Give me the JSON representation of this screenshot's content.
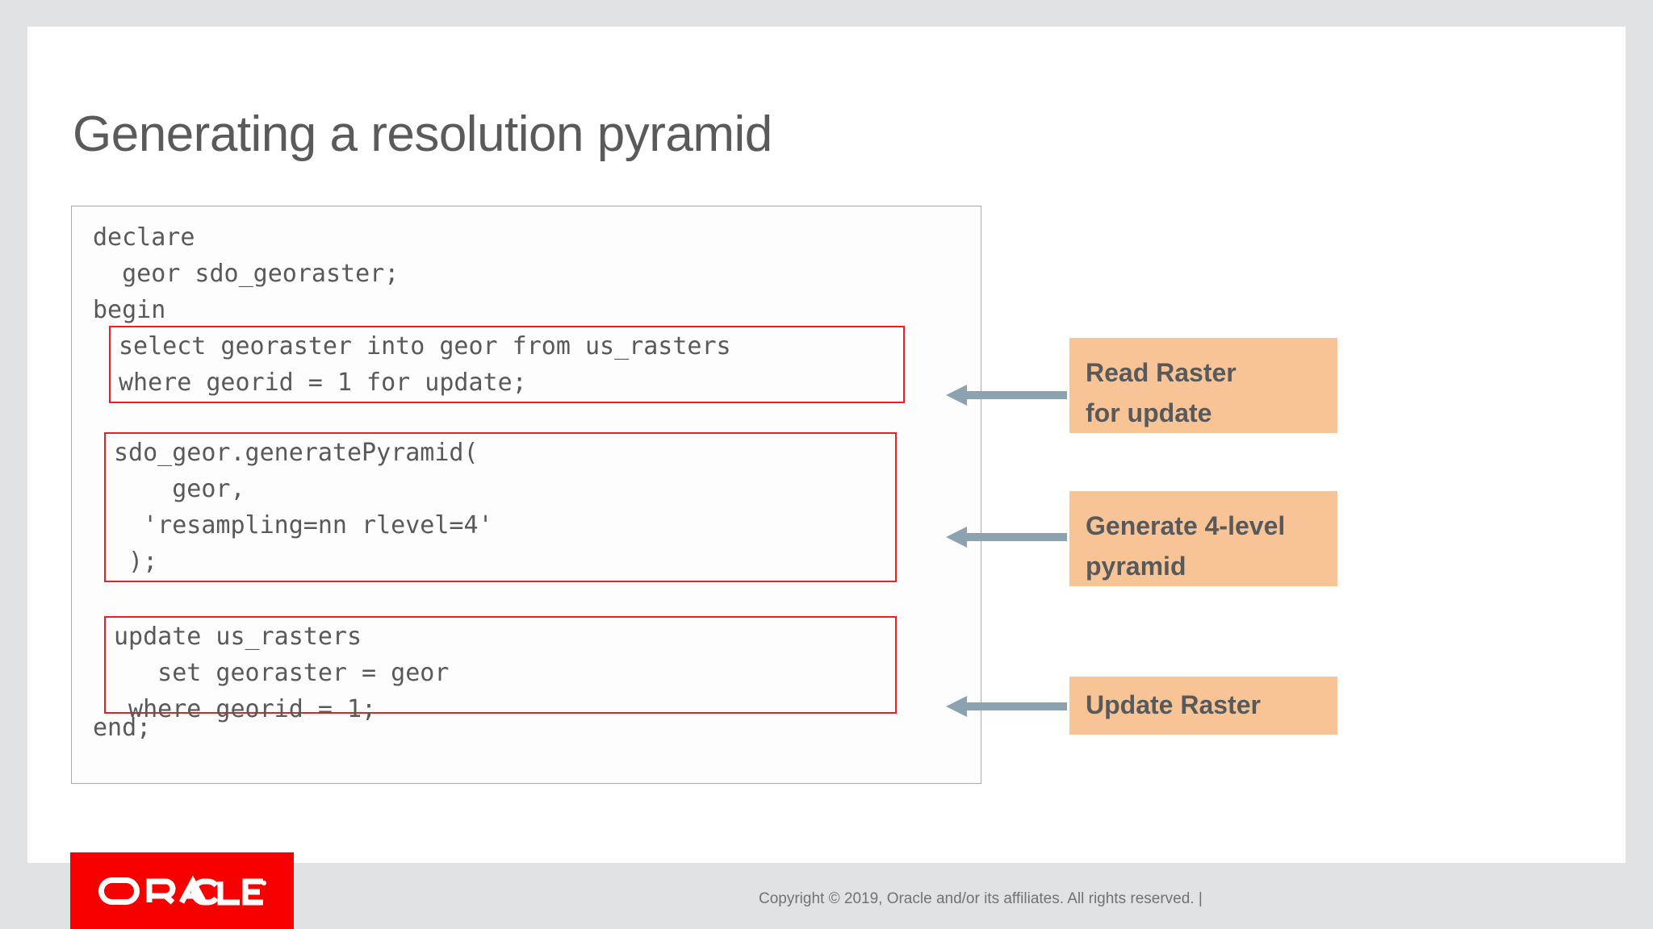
{
  "slide": {
    "title": "Generating a resolution pyramid",
    "background_color": "#ffffff",
    "outer_background_color": "#dfe3e3"
  },
  "code": {
    "border_color": "#a9a9a9",
    "highlight_color": "#ee1c25",
    "text_color": "#58595b",
    "head": "declare\n  geor sdo_georaster;\nbegin",
    "blocks": [
      {
        "id": "select",
        "text": "select georaster into geor from us_rasters\nwhere georid = 1 for update;"
      },
      {
        "id": "pyramid",
        "text": "sdo_geor.generatePyramid(\n    geor,\n  'resampling=nn rlevel=4'\n );"
      },
      {
        "id": "update",
        "text": "update us_rasters\n   set georaster = geor\n where georid = 1;"
      }
    ],
    "tail": "end;"
  },
  "callouts": [
    {
      "id": "read",
      "lines": [
        "Read Raster",
        "for update"
      ],
      "line1": "Read Raster",
      "line2": "for update"
    },
    {
      "id": "generate",
      "lines": [
        "Generate 4-level",
        "pyramid"
      ],
      "line1": "Generate 4-level",
      "line2": "pyramid"
    },
    {
      "id": "update",
      "lines": [
        "Update Raster"
      ],
      "line1": "Update Raster",
      "line2": ""
    }
  ],
  "style": {
    "callout_background": "#f8c496",
    "arrow_color": "#8ba2b0",
    "logo_background": "#f80000"
  },
  "footer": {
    "logo_text": "ORACLE",
    "copyright": "Copyright © 2019, Oracle and/or its affiliates. All rights reserved.  |"
  }
}
